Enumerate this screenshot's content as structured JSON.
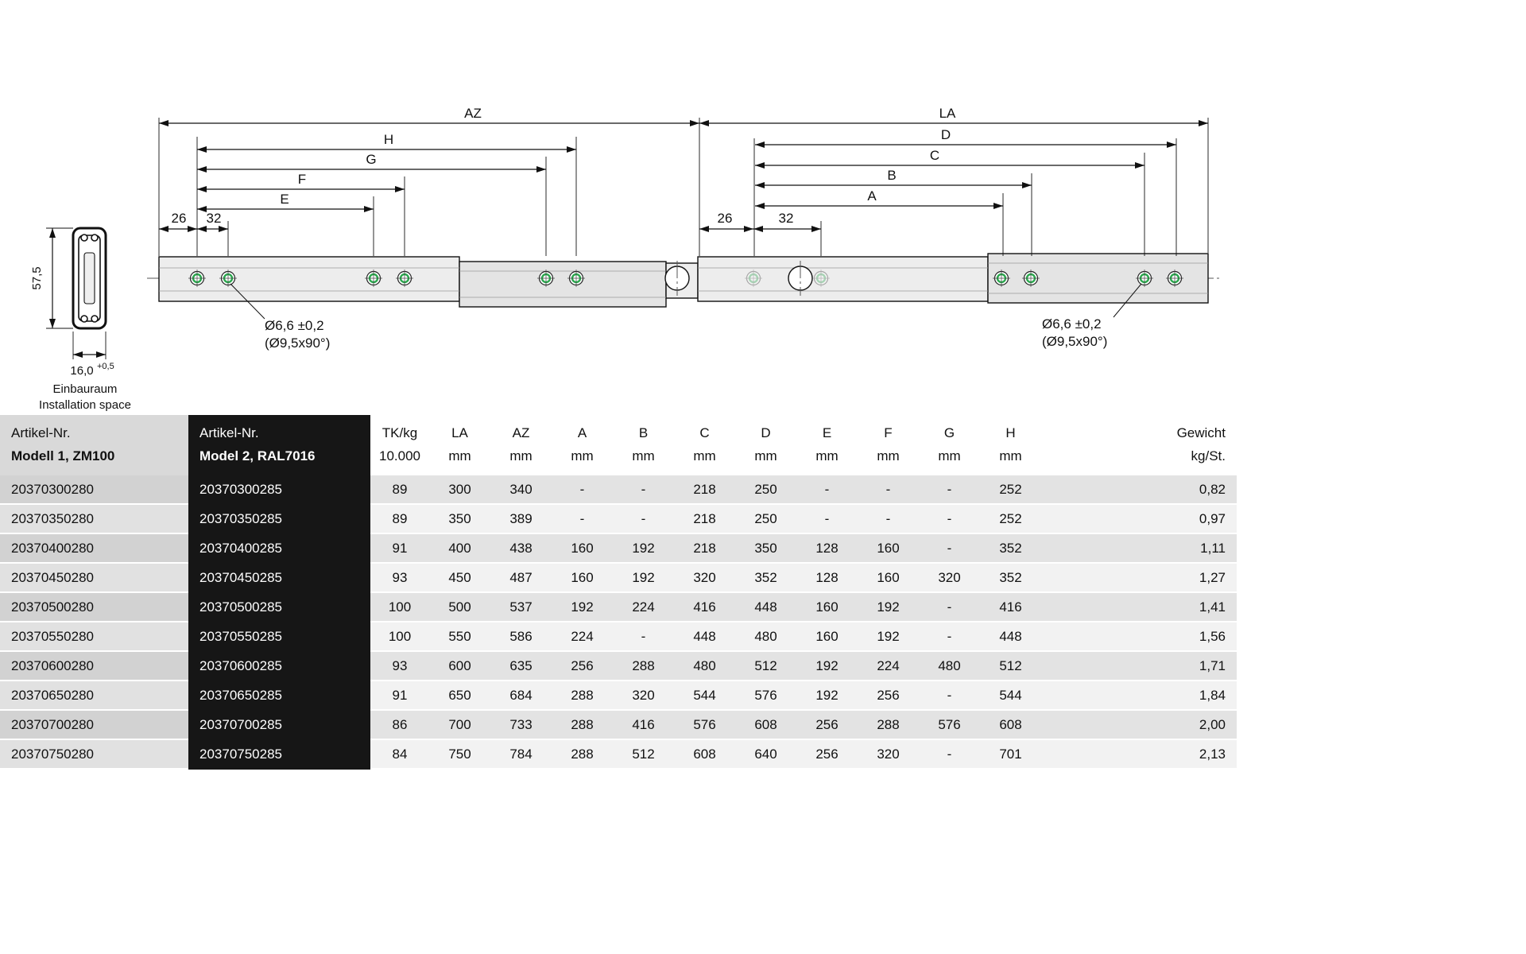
{
  "drawing": {
    "hole_color": "#2ba84e",
    "section": {
      "height": "57,5",
      "width": "16,0",
      "width_sup": "+0,5",
      "caption_de": "Einbauraum",
      "caption_en": "Installation space"
    },
    "left": {
      "az": "AZ",
      "h": "H",
      "g": "G",
      "f": "F",
      "e": "E",
      "d26": "26",
      "d32": "32",
      "hole1": "Ø6,6 ±0,2",
      "hole2": "(Ø9,5x90°)"
    },
    "right": {
      "la": "LA",
      "d": "D",
      "c": "C",
      "b": "B",
      "a": "A",
      "d26": "26",
      "d32": "32",
      "hole1": "Ø6,6 ±0,2",
      "hole2": "(Ø9,5x90°)"
    }
  },
  "table": {
    "header": {
      "col1_line1": "Artikel-Nr.",
      "col1_line2": "Modell 1, ZM100",
      "col2_line1": "Artikel-Nr.",
      "col2_line2": "Model 2, RAL7016",
      "cols": [
        {
          "l1": "TK/kg",
          "l2": "10.000"
        },
        {
          "l1": "LA",
          "l2": "mm"
        },
        {
          "l1": "AZ",
          "l2": "mm"
        },
        {
          "l1": "A",
          "l2": "mm"
        },
        {
          "l1": "B",
          "l2": "mm"
        },
        {
          "l1": "C",
          "l2": "mm"
        },
        {
          "l1": "D",
          "l2": "mm"
        },
        {
          "l1": "E",
          "l2": "mm"
        },
        {
          "l1": "F",
          "l2": "mm"
        },
        {
          "l1": "G",
          "l2": "mm"
        },
        {
          "l1": "H",
          "l2": "mm"
        }
      ],
      "weight_line1": "Gewicht",
      "weight_line2": "kg/St."
    },
    "rows": [
      [
        "20370300280",
        "20370300285",
        "89",
        "300",
        "340",
        "-",
        "-",
        "218",
        "250",
        "-",
        "-",
        "-",
        "252",
        "0,82"
      ],
      [
        "20370350280",
        "20370350285",
        "89",
        "350",
        "389",
        "-",
        "-",
        "218",
        "250",
        "-",
        "-",
        "-",
        "252",
        "0,97"
      ],
      [
        "20370400280",
        "20370400285",
        "91",
        "400",
        "438",
        "160",
        "192",
        "218",
        "350",
        "128",
        "160",
        "-",
        "352",
        "1,11"
      ],
      [
        "20370450280",
        "20370450285",
        "93",
        "450",
        "487",
        "160",
        "192",
        "320",
        "352",
        "128",
        "160",
        "320",
        "352",
        "1,27"
      ],
      [
        "20370500280",
        "20370500285",
        "100",
        "500",
        "537",
        "192",
        "224",
        "416",
        "448",
        "160",
        "192",
        "-",
        "416",
        "1,41"
      ],
      [
        "20370550280",
        "20370550285",
        "100",
        "550",
        "586",
        "224",
        "-",
        "448",
        "480",
        "160",
        "192",
        "-",
        "448",
        "1,56"
      ],
      [
        "20370600280",
        "20370600285",
        "93",
        "600",
        "635",
        "256",
        "288",
        "480",
        "512",
        "192",
        "224",
        "480",
        "512",
        "1,71"
      ],
      [
        "20370650280",
        "20370650285",
        "91",
        "650",
        "684",
        "288",
        "320",
        "544",
        "576",
        "192",
        "256",
        "-",
        "544",
        "1,84"
      ],
      [
        "20370700280",
        "20370700285",
        "86",
        "700",
        "733",
        "288",
        "416",
        "576",
        "608",
        "256",
        "288",
        "576",
        "608",
        "2,00"
      ],
      [
        "20370750280",
        "20370750285",
        "84",
        "750",
        "784",
        "288",
        "512",
        "608",
        "640",
        "256",
        "320",
        "-",
        "701",
        "2,13"
      ]
    ]
  }
}
